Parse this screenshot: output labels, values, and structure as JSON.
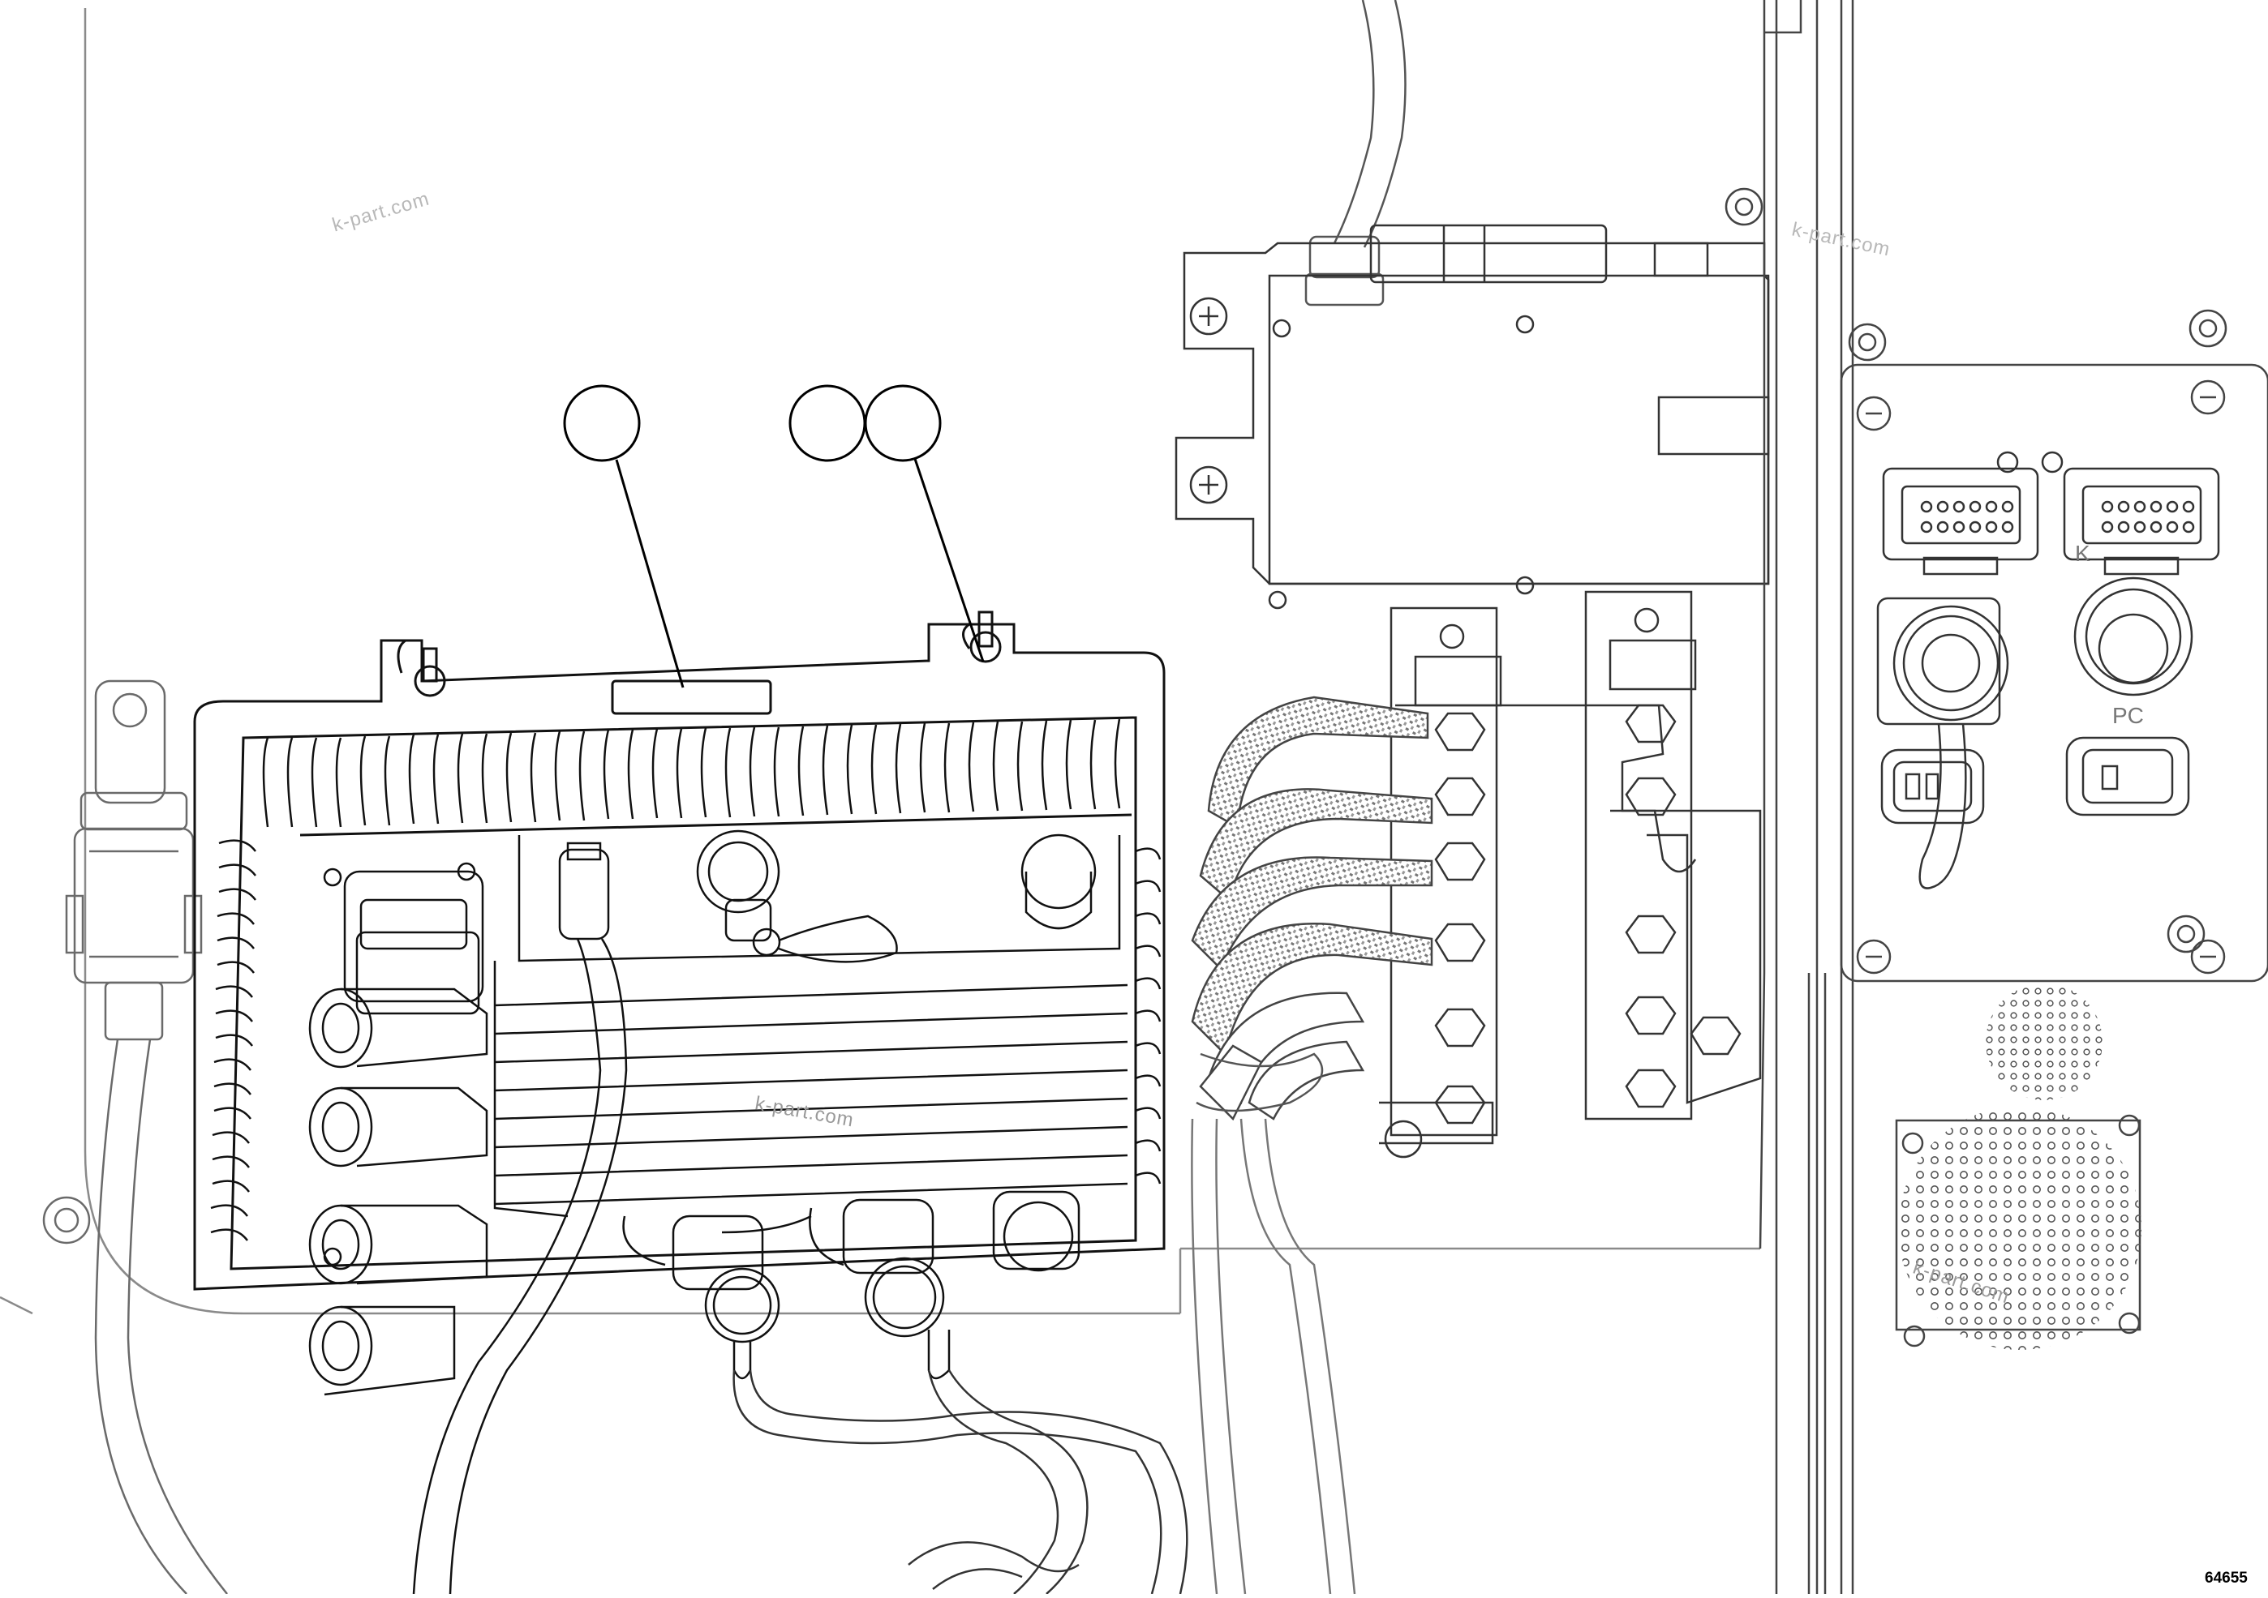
{
  "watermarks": [
    "k-part.com",
    "k-part.com",
    "k-part.com",
    "k-part.com"
  ],
  "callouts": [
    {
      "id": "1",
      "label": ""
    },
    {
      "id": "2",
      "label": ""
    },
    {
      "id": "3",
      "label": ""
    }
  ],
  "connector_labels": {
    "left_upper": "K",
    "right_lower": "PC"
  },
  "figure_number": "64655",
  "colors": {
    "line": "#000000",
    "light_line": "#8a8a8a",
    "background": "#ffffff"
  }
}
